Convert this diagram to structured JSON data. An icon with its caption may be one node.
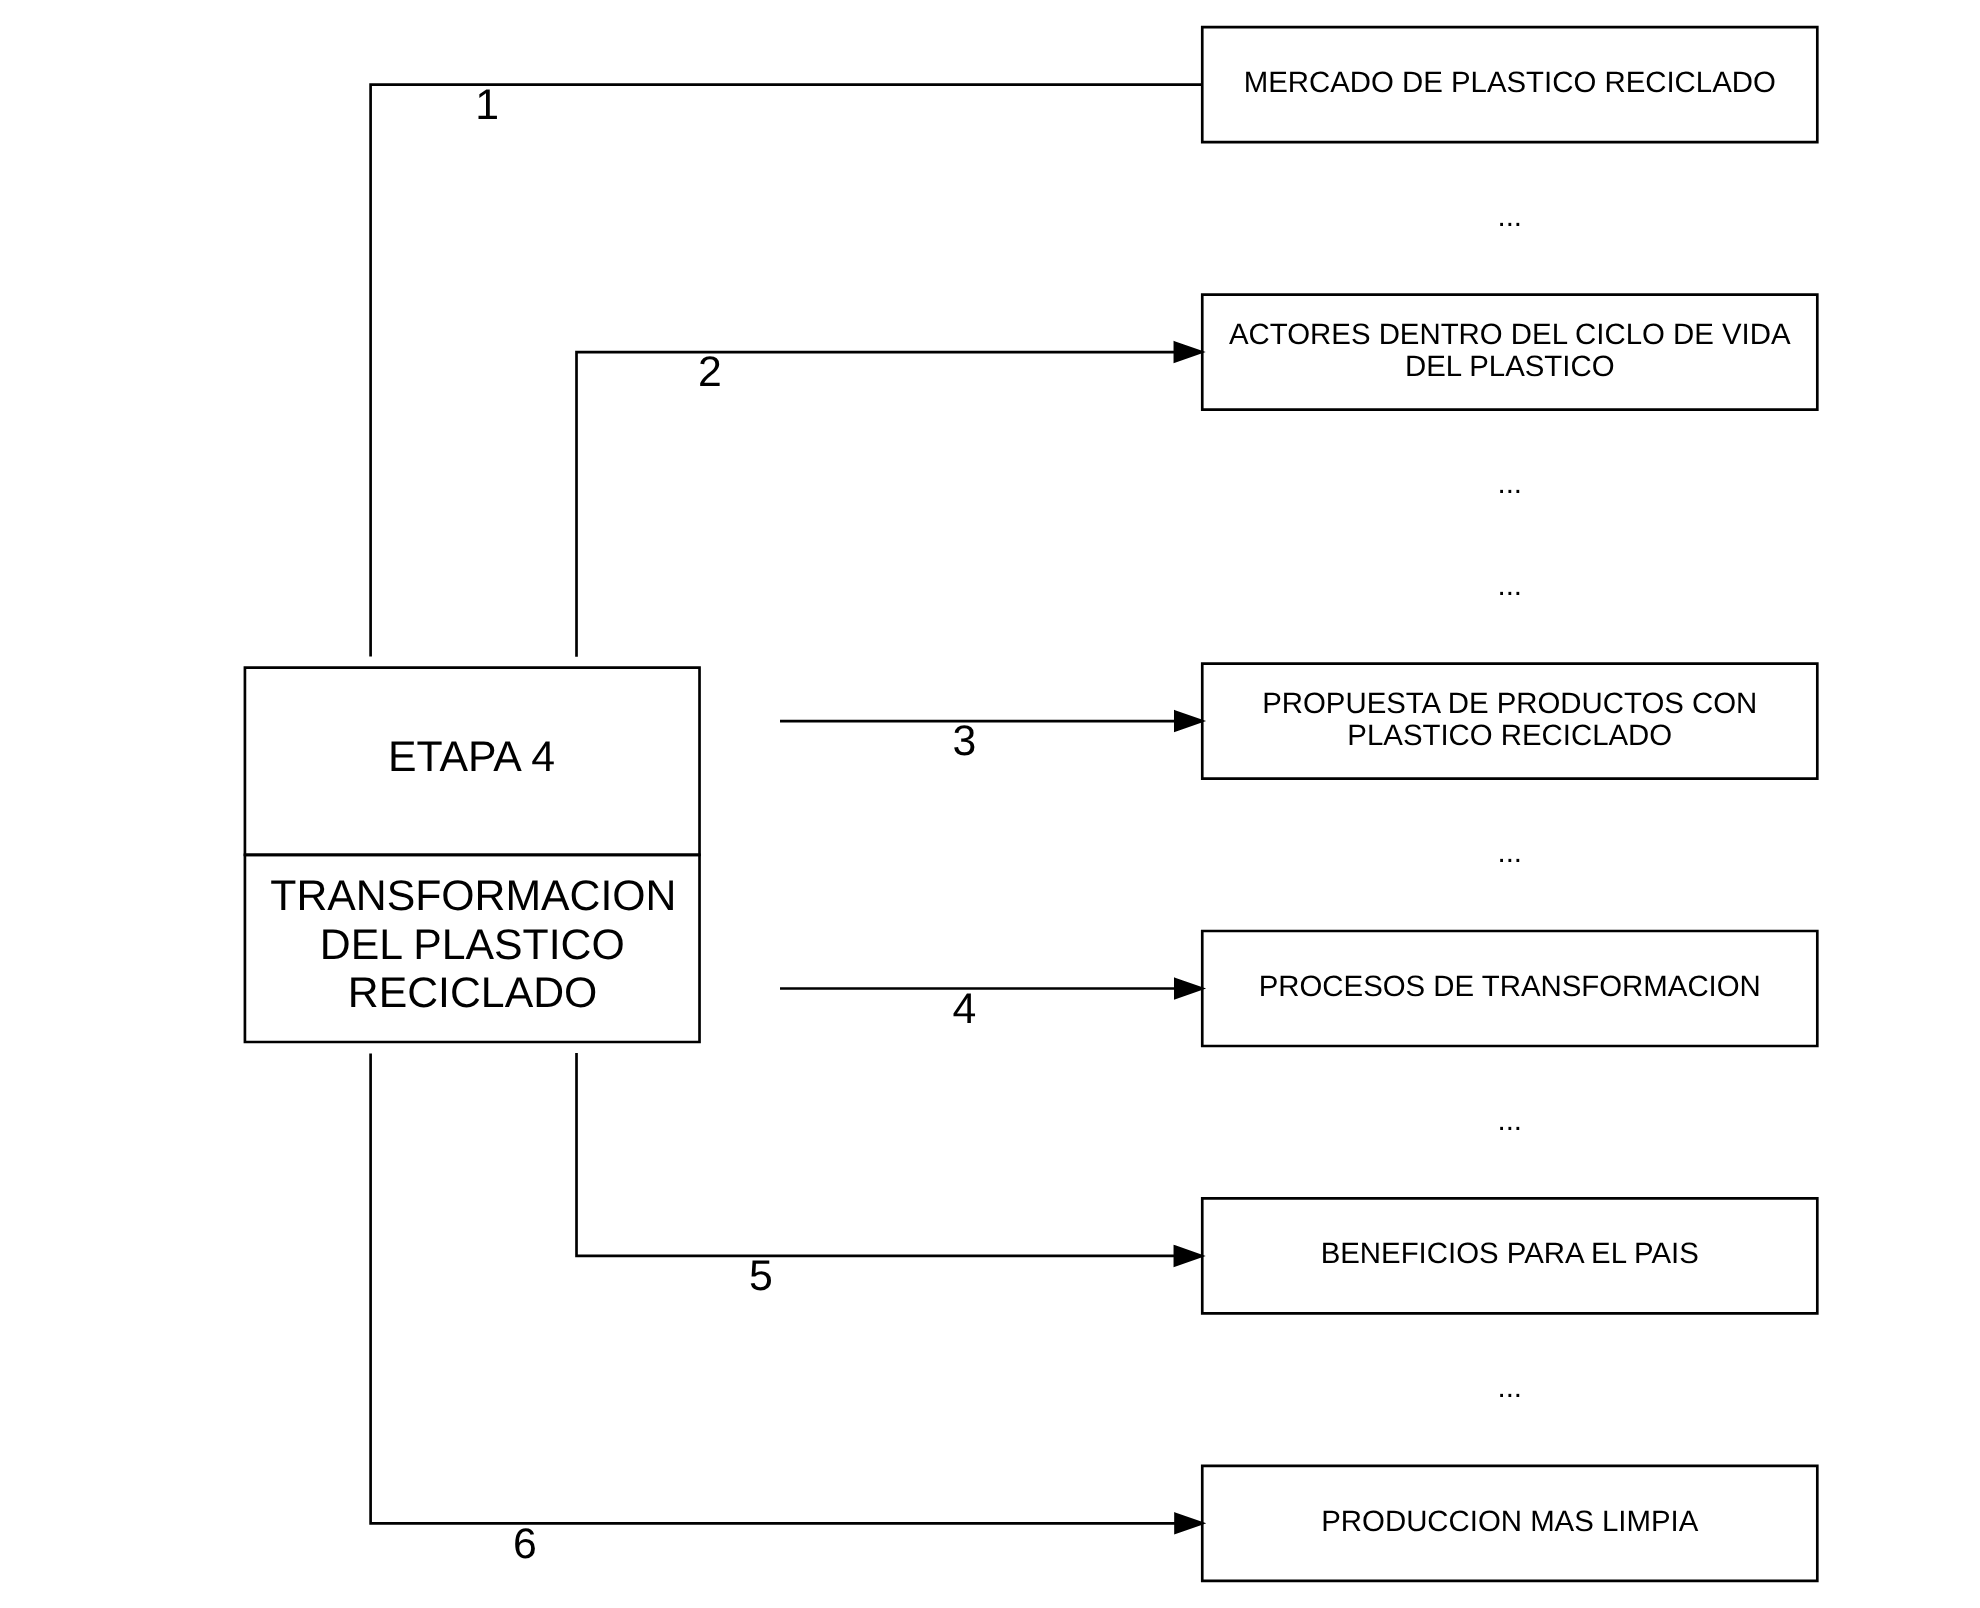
{
  "diagram": {
    "nodes": [
      {
        "text": [
          "ETAPA 4",
          "TRANSFORMACION DEL PLASTICO RECICLADO"
        ]
      },
      {
        "text": [
          "MERCADO DE PLASTICO RECICLADO"
        ]
      },
      {
        "text": [
          "ACTORES DENTRO DEL CICLO DE VIDA DEL PLASTICO"
        ]
      },
      {
        "text": [
          "PROPUESTA DE PRODUCTOS CON PLASTICO RECICLADO"
        ]
      },
      {
        "text": [
          "PROCESOS DE TRANSFORMACION"
        ]
      },
      {
        "text": [
          "BENEFICIOS PARA EL PAIS"
        ]
      },
      {
        "text": [
          "PRODUCCION MAS LIMPIA"
        ]
      }
    ],
    "edges": [
      {
        "from": 0,
        "to": 1,
        "arrow": "none",
        "label": "1"
      },
      {
        "from": 0,
        "to": 2,
        "arrow": "to",
        "label": "2"
      },
      {
        "from": 0,
        "to": 3,
        "arrow": "to",
        "label": "3"
      },
      {
        "from": 0,
        "to": 4,
        "arrow": "to",
        "label": "4"
      },
      {
        "from": 0,
        "to": 5,
        "arrow": "to",
        "label": "5"
      },
      {
        "from": 0,
        "to": 6,
        "arrow": "to",
        "label": "6"
      }
    ],
    "labels": [
      "...",
      "...",
      "...",
      "...",
      "...",
      "..."
    ]
  }
}
